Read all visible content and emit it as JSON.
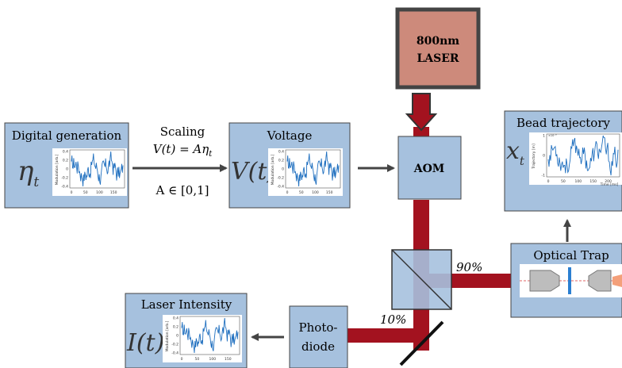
{
  "laser": {
    "line1": "800nm",
    "line2": "LASER"
  },
  "aom": {
    "label": "AOM"
  },
  "digital": {
    "title": "Digital generation",
    "symbol": "η",
    "sub": "t"
  },
  "scaling": {
    "title": "Scaling",
    "equation": "V(t) = Aη",
    "eq_sub": "t",
    "range": "A ∈ [0,1]"
  },
  "voltage": {
    "title": "Voltage",
    "symbol": "V(t)"
  },
  "bead": {
    "title": "Bead trajectory",
    "symbol": "x",
    "sub": "t"
  },
  "trap": {
    "title": "Optical Trap"
  },
  "split": {
    "pct90": "90%",
    "pct10": "10%"
  },
  "photodiode": {
    "line1": "Photo-",
    "line2": "diode"
  },
  "intensity": {
    "title": "Laser Intensity",
    "symbol": "I(t)"
  },
  "mod_plot": {
    "ylabel": "Modulation [arb.]",
    "yticks": [
      "0.4",
      "0.2",
      "0",
      "-0.2",
      "-0.4"
    ],
    "xticks": [
      "0",
      "50",
      "100",
      "150"
    ]
  },
  "bead_plot": {
    "ylabel": "Trajectory [m]",
    "exponent": "×10⁻⁸",
    "yticks": [
      "1",
      "0",
      "-1"
    ],
    "xticks": [
      "0",
      "50",
      "100",
      "150",
      "200"
    ],
    "xlabel": "Time [ms]"
  },
  "colors": {
    "panel": "#a6c1de",
    "laser_box": "#cd8a7b",
    "beam": "#a3121f",
    "signal": "#1f6fbf"
  }
}
